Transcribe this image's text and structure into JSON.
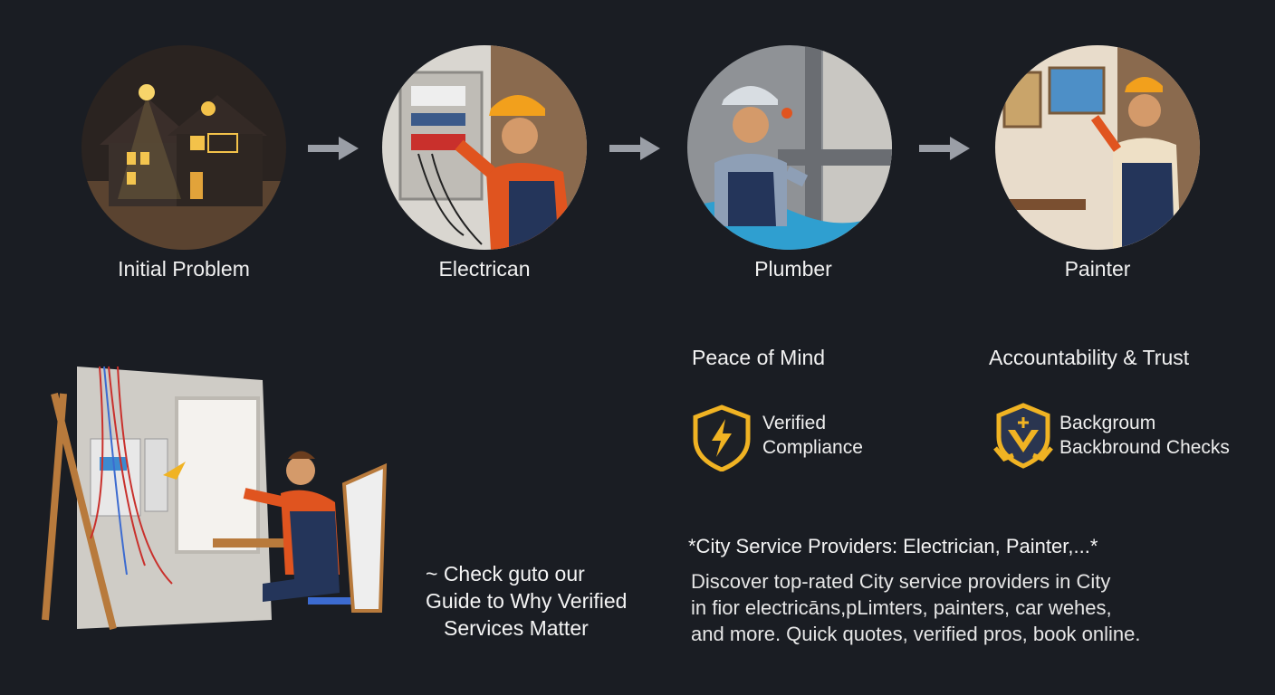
{
  "steps": [
    {
      "label": "Initial Problem",
      "icon": "house-night-illustration"
    },
    {
      "label": "Electrican",
      "icon": "electrician-illustration"
    },
    {
      "label": "Plumber",
      "icon": "plumber-illustration"
    },
    {
      "label": "Painter",
      "icon": "painter-illustration"
    }
  ],
  "benefits": [
    {
      "heading": "Peace of Mind",
      "line1": "Verified",
      "line2": "Compliance",
      "icon": "shield-lightning-icon"
    },
    {
      "heading": "Accountability & Trust",
      "line1": "Backgroum",
      "line2": "Backbround Checks",
      "icon": "shield-check-icon"
    }
  ],
  "cta": {
    "line1": "~ Check guto our",
    "line2": "Guide to Why Verified",
    "line3": "Services Matter"
  },
  "promo": {
    "title": "*City Service Providers: Electrician, Painter,...*",
    "line1": "Discover top-rated City service providers in City",
    "line2": "in fior electricāns,pLimters, painters, car wehes,",
    "line3": "and more. Quick quotes, verified pros, book online."
  },
  "colors": {
    "background": "#1a1d23",
    "accent": "#f0b323",
    "arrow": "#9a9ea6"
  }
}
